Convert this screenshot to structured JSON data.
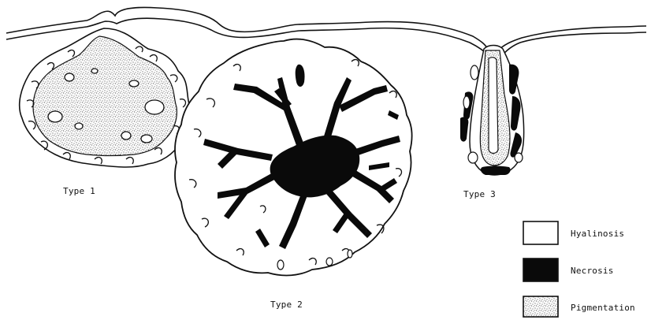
{
  "labels": {
    "type1": "Type 1",
    "type2": "Type 2",
    "type3": "Type 3"
  },
  "legend": {
    "hyalinosis": {
      "label": "Hyalinosis",
      "color": "#ffffff"
    },
    "necrosis": {
      "label": "Necrosis",
      "color": "#0a0a0a"
    },
    "pigmentation": {
      "label": "Pigmentation",
      "pattern": "stippled-dots"
    }
  },
  "colors": {
    "ink": "#111111",
    "background": "#ffffff"
  }
}
